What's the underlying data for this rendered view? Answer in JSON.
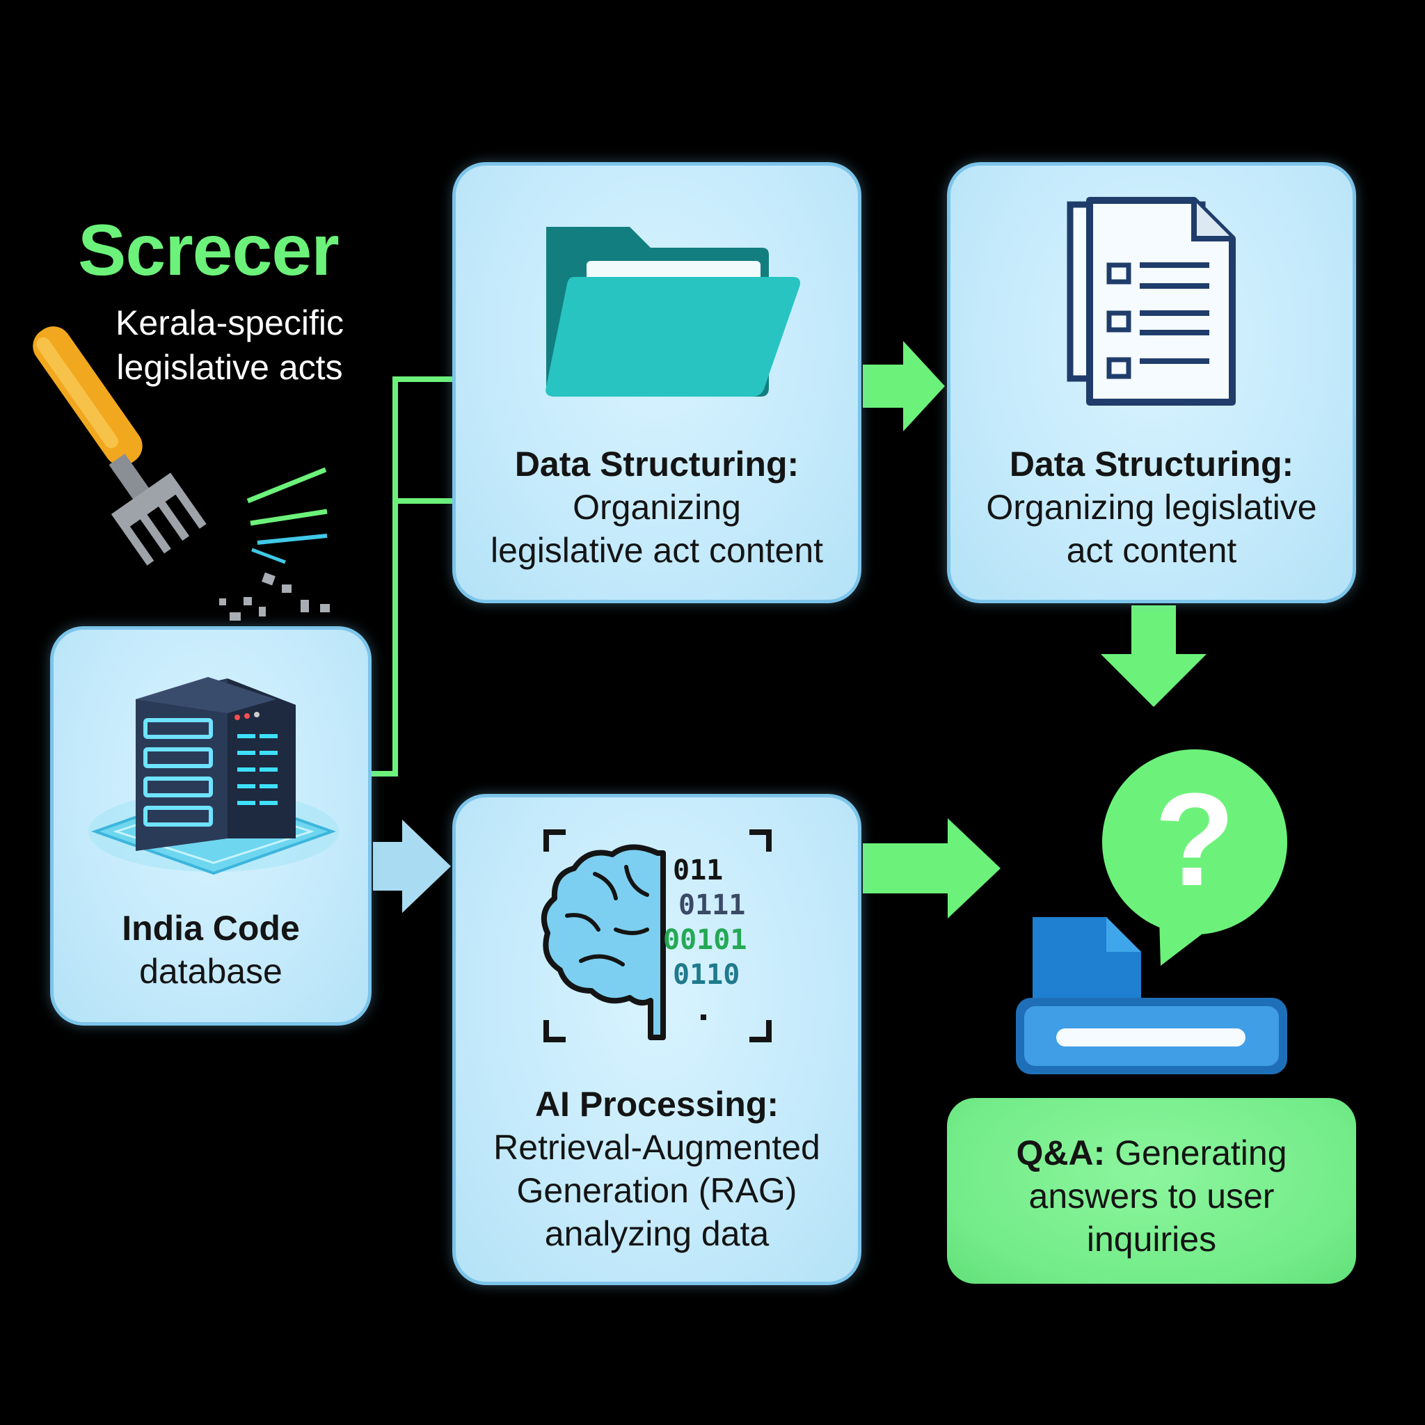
{
  "header": {
    "title": "Screcer",
    "subtitle_line1": "Kerala-specific",
    "subtitle_line2": "legislative acts"
  },
  "cards": {
    "structuring_1": {
      "title": "Data Structuring:",
      "line1": "Organizing",
      "line2": "legislative act content",
      "icon": "folder-icon"
    },
    "structuring_2": {
      "title": "Data Structuring:",
      "line1": "Organizing legislative",
      "line2": "act content",
      "icon": "document-list-icon"
    },
    "ai_processing": {
      "title": "AI Processing:",
      "line1": "Retrieval-Augmented",
      "line2": "Generation (RAG)",
      "line3": "analyzing data",
      "icon": "brain-binary-icon",
      "binary": [
        "011",
        "0111",
        "00101",
        "0110"
      ]
    },
    "india_code": {
      "title": "India Code",
      "line1": "database",
      "icon": "server-icon"
    },
    "qa": {
      "title": "Q&A:",
      "line1": " Generating",
      "line2": "answers to user",
      "line3": "inquiries",
      "icon": "question-bubble-icon",
      "bubble_text": "?"
    }
  },
  "colors": {
    "background": "#000000",
    "accent_green": "#6cf27a",
    "card_blue": "#c4eafb",
    "card_border": "#7cc4ea",
    "qa_green": "#74ec89",
    "fork_handle": "#f2a81e"
  }
}
